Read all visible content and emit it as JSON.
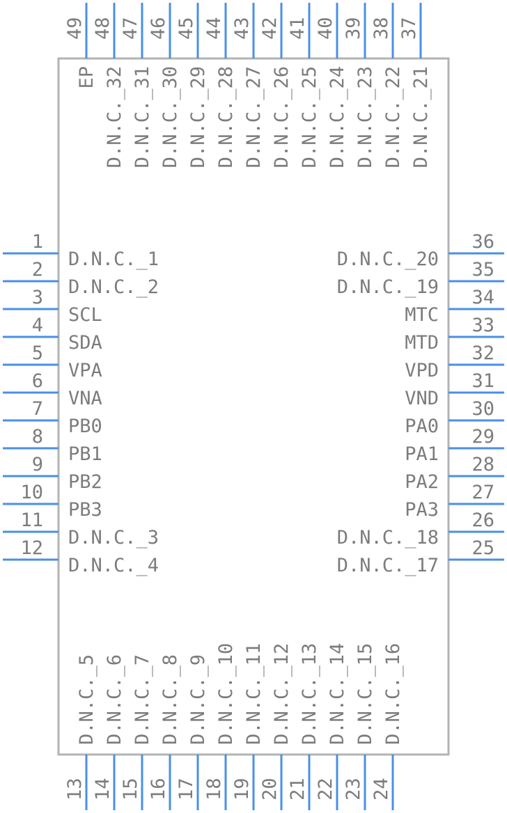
{
  "component": {
    "colors": {
      "pin": "#4a8fe7",
      "outline": "#b3b3b3",
      "text": "#7c7c7c",
      "background": "#ffffff"
    }
  },
  "pins": {
    "left": [
      {
        "num": "1",
        "name": "D.N.C._1"
      },
      {
        "num": "2",
        "name": "D.N.C._2"
      },
      {
        "num": "3",
        "name": "SCL"
      },
      {
        "num": "4",
        "name": "SDA"
      },
      {
        "num": "5",
        "name": "VPA"
      },
      {
        "num": "6",
        "name": "VNA"
      },
      {
        "num": "7",
        "name": "PB0"
      },
      {
        "num": "8",
        "name": "PB1"
      },
      {
        "num": "9",
        "name": "PB2"
      },
      {
        "num": "10",
        "name": "PB3"
      },
      {
        "num": "11",
        "name": "D.N.C._3"
      },
      {
        "num": "12",
        "name": "D.N.C._4"
      }
    ],
    "right": [
      {
        "num": "36",
        "name": "D.N.C._20"
      },
      {
        "num": "35",
        "name": "D.N.C._19"
      },
      {
        "num": "34",
        "name": "MTC"
      },
      {
        "num": "33",
        "name": "MTD"
      },
      {
        "num": "32",
        "name": "VPD"
      },
      {
        "num": "31",
        "name": "VND"
      },
      {
        "num": "30",
        "name": "PA0"
      },
      {
        "num": "29",
        "name": "PA1"
      },
      {
        "num": "28",
        "name": "PA2"
      },
      {
        "num": "27",
        "name": "PA3"
      },
      {
        "num": "26",
        "name": "D.N.C._18"
      },
      {
        "num": "25",
        "name": "D.N.C._17"
      }
    ],
    "top": [
      {
        "num": "49",
        "name": "EP"
      },
      {
        "num": "48",
        "name": "D.N.C._32"
      },
      {
        "num": "47",
        "name": "D.N.C._31"
      },
      {
        "num": "46",
        "name": "D.N.C._30"
      },
      {
        "num": "45",
        "name": "D.N.C._29"
      },
      {
        "num": "44",
        "name": "D.N.C._28"
      },
      {
        "num": "43",
        "name": "D.N.C._27"
      },
      {
        "num": "42",
        "name": "D.N.C._26"
      },
      {
        "num": "41",
        "name": "D.N.C._25"
      },
      {
        "num": "40",
        "name": "D.N.C._24"
      },
      {
        "num": "39",
        "name": "D.N.C._23"
      },
      {
        "num": "38",
        "name": "D.N.C._22"
      },
      {
        "num": "37",
        "name": "D.N.C._21"
      }
    ],
    "bottom": [
      {
        "num": "13",
        "name": "D.N.C._5"
      },
      {
        "num": "14",
        "name": "D.N.C._6"
      },
      {
        "num": "15",
        "name": "D.N.C._7"
      },
      {
        "num": "16",
        "name": "D.N.C._8"
      },
      {
        "num": "17",
        "name": "D.N.C._9"
      },
      {
        "num": "18",
        "name": "D.N.C._10"
      },
      {
        "num": "19",
        "name": "D.N.C._11"
      },
      {
        "num": "20",
        "name": "D.N.C._12"
      },
      {
        "num": "21",
        "name": "D.N.C._13"
      },
      {
        "num": "22",
        "name": "D.N.C._14"
      },
      {
        "num": "23",
        "name": "D.N.C._15"
      },
      {
        "num": "24",
        "name": "D.N.C._16"
      }
    ]
  }
}
